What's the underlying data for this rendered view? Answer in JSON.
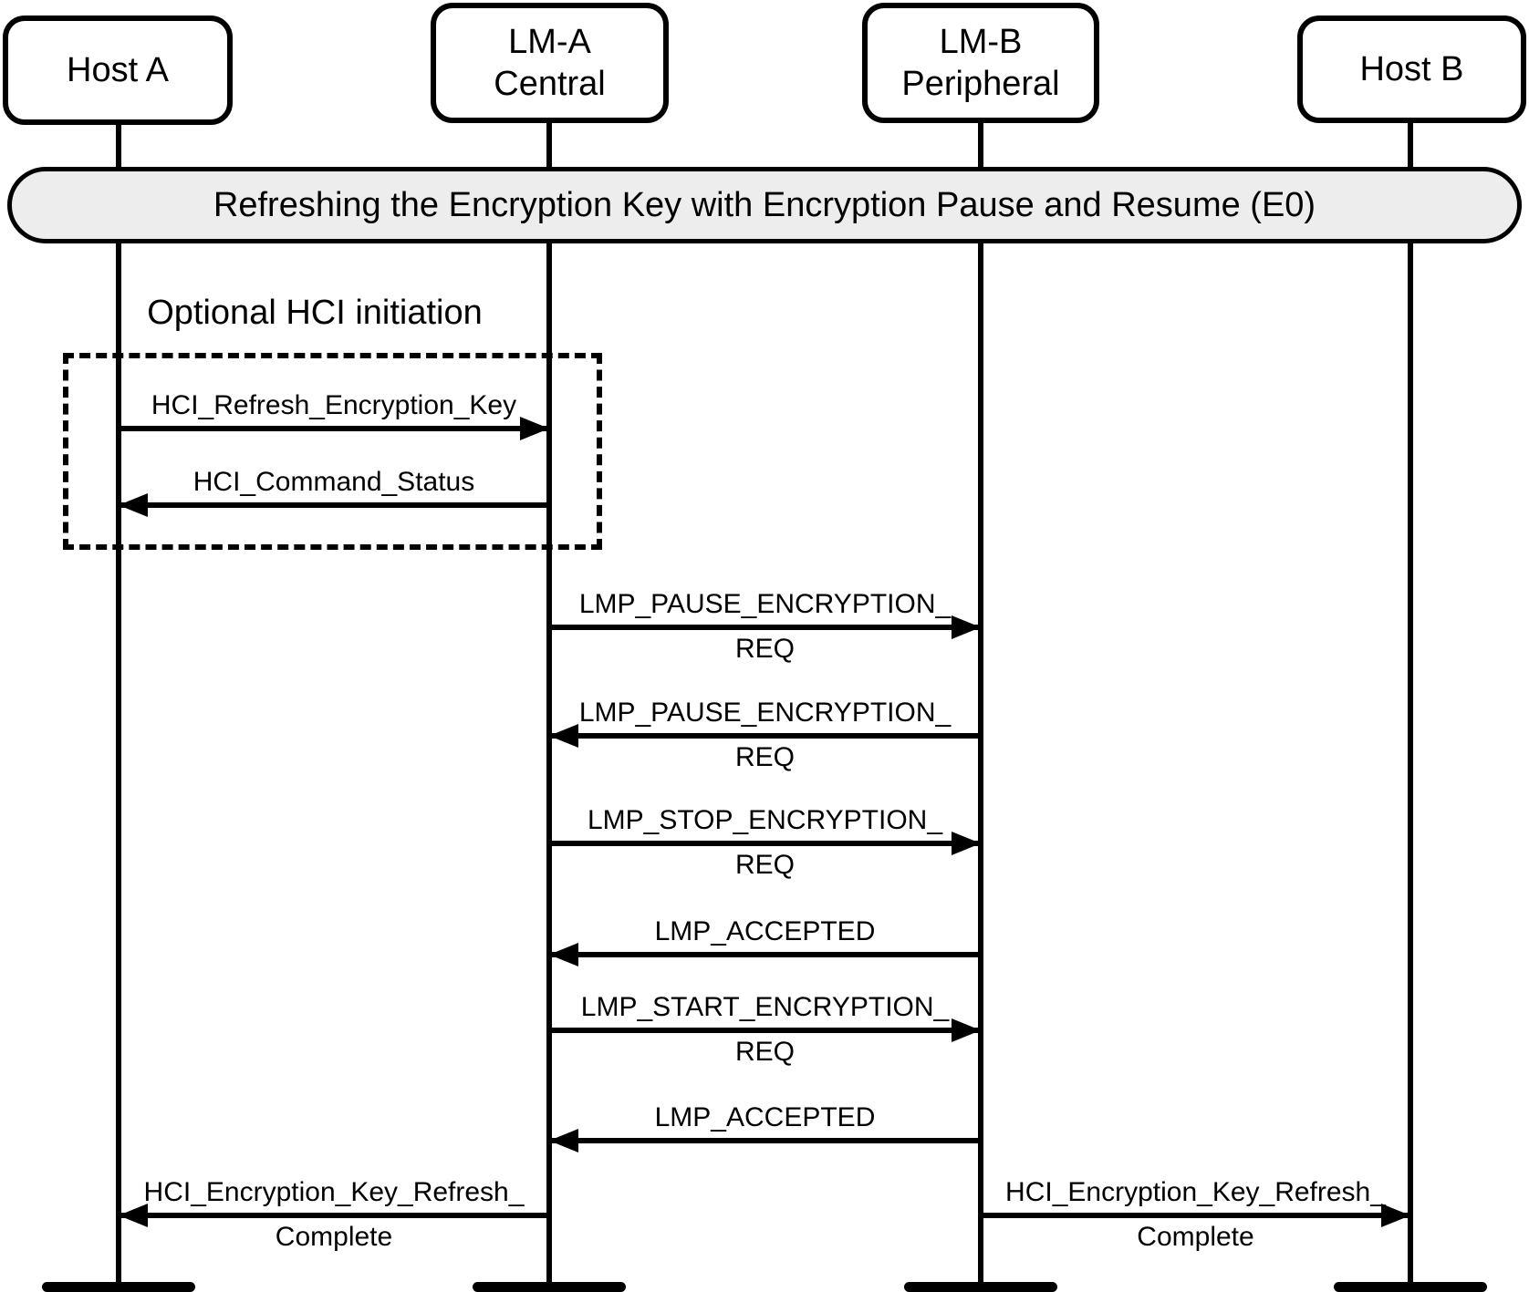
{
  "diagram": {
    "type": "sequence-diagram",
    "title_banner": "Refreshing the Encryption Key with Encryption Pause and Resume (E0)",
    "optional_group_label": "Optional HCI initiation",
    "colors": {
      "background": "#ffffff",
      "line": "#000000",
      "banner_fill": "#ededed"
    },
    "actors": [
      {
        "id": "host-a",
        "label": "Host A"
      },
      {
        "id": "lm-a",
        "label": "LM-A\nCentral"
      },
      {
        "id": "lm-b",
        "label": "LM-B\nPeripheral"
      },
      {
        "id": "host-b",
        "label": "Host B"
      }
    ],
    "messages": [
      {
        "from": "Host A",
        "to": "LM-A Central",
        "direction": "right",
        "line1": "HCI_Refresh_Encryption_Key",
        "line2": ""
      },
      {
        "from": "LM-A Central",
        "to": "Host A",
        "direction": "left",
        "line1": "HCI_Command_Status",
        "line2": ""
      },
      {
        "from": "LM-A Central",
        "to": "LM-B Peripheral",
        "direction": "right",
        "line1": "LMP_PAUSE_ENCRYPTION_",
        "line2": "REQ"
      },
      {
        "from": "LM-B Peripheral",
        "to": "LM-A Central",
        "direction": "left",
        "line1": "LMP_PAUSE_ENCRYPTION_",
        "line2": "REQ"
      },
      {
        "from": "LM-A Central",
        "to": "LM-B Peripheral",
        "direction": "right",
        "line1": "LMP_STOP_ENCRYPTION_",
        "line2": "REQ"
      },
      {
        "from": "LM-B Peripheral",
        "to": "LM-A Central",
        "direction": "left",
        "line1": "LMP_ACCEPTED",
        "line2": ""
      },
      {
        "from": "LM-A Central",
        "to": "LM-B Peripheral",
        "direction": "right",
        "line1": "LMP_START_ENCRYPTION_",
        "line2": "REQ"
      },
      {
        "from": "LM-B Peripheral",
        "to": "LM-A Central",
        "direction": "left",
        "line1": "LMP_ACCEPTED",
        "line2": ""
      },
      {
        "from": "LM-A Central",
        "to": "Host A",
        "direction": "left",
        "line1": "HCI_Encryption_Key_Refresh_",
        "line2": "Complete"
      },
      {
        "from": "LM-B Peripheral",
        "to": "Host B",
        "direction": "right",
        "line1": "HCI_Encryption_Key_Refresh_",
        "line2": "Complete"
      }
    ]
  }
}
